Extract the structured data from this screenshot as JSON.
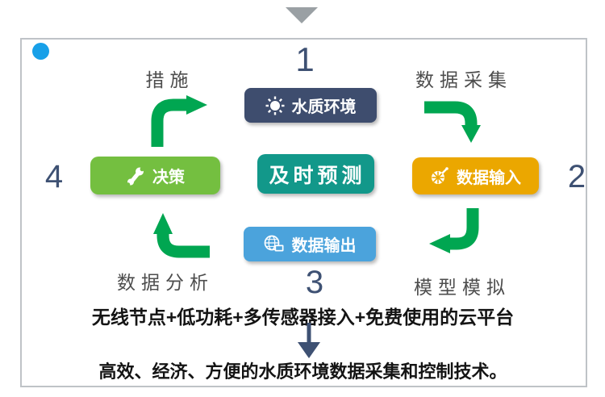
{
  "diagram": {
    "steps": [
      {
        "number": "1",
        "label": "水质环境"
      },
      {
        "number": "2",
        "label": "数据输入"
      },
      {
        "number": "3",
        "label": "数据输出"
      },
      {
        "number": "4",
        "label": "决策"
      }
    ],
    "center": {
      "label": "及时预测"
    },
    "edge_labels": {
      "top_left": "措施",
      "top_right": "数据采集",
      "bottom_left": "数据分析",
      "bottom_right": "模型模拟"
    },
    "icons": {
      "top": "sun-icon",
      "right": "satellite-icon",
      "bottom": "globe-monitor-icon",
      "left": "wrench-icon"
    },
    "colors": {
      "node_top": "#3e4d6e",
      "node_right": "#eba700",
      "node_bottom": "#4ba3dc",
      "node_left": "#74bf40",
      "node_center": "#12988a",
      "arrow": "#00a651",
      "number_text": "#3e5173",
      "accent_dot": "#18a0e8",
      "frame_border": "#bfc3c7"
    }
  },
  "footer": {
    "summary_line": "无线节点+低功耗+多传感器接入+免费使用的云平台",
    "conclusion_line": "高效、经济、方便的水质环境数据采集和控制技术。"
  }
}
